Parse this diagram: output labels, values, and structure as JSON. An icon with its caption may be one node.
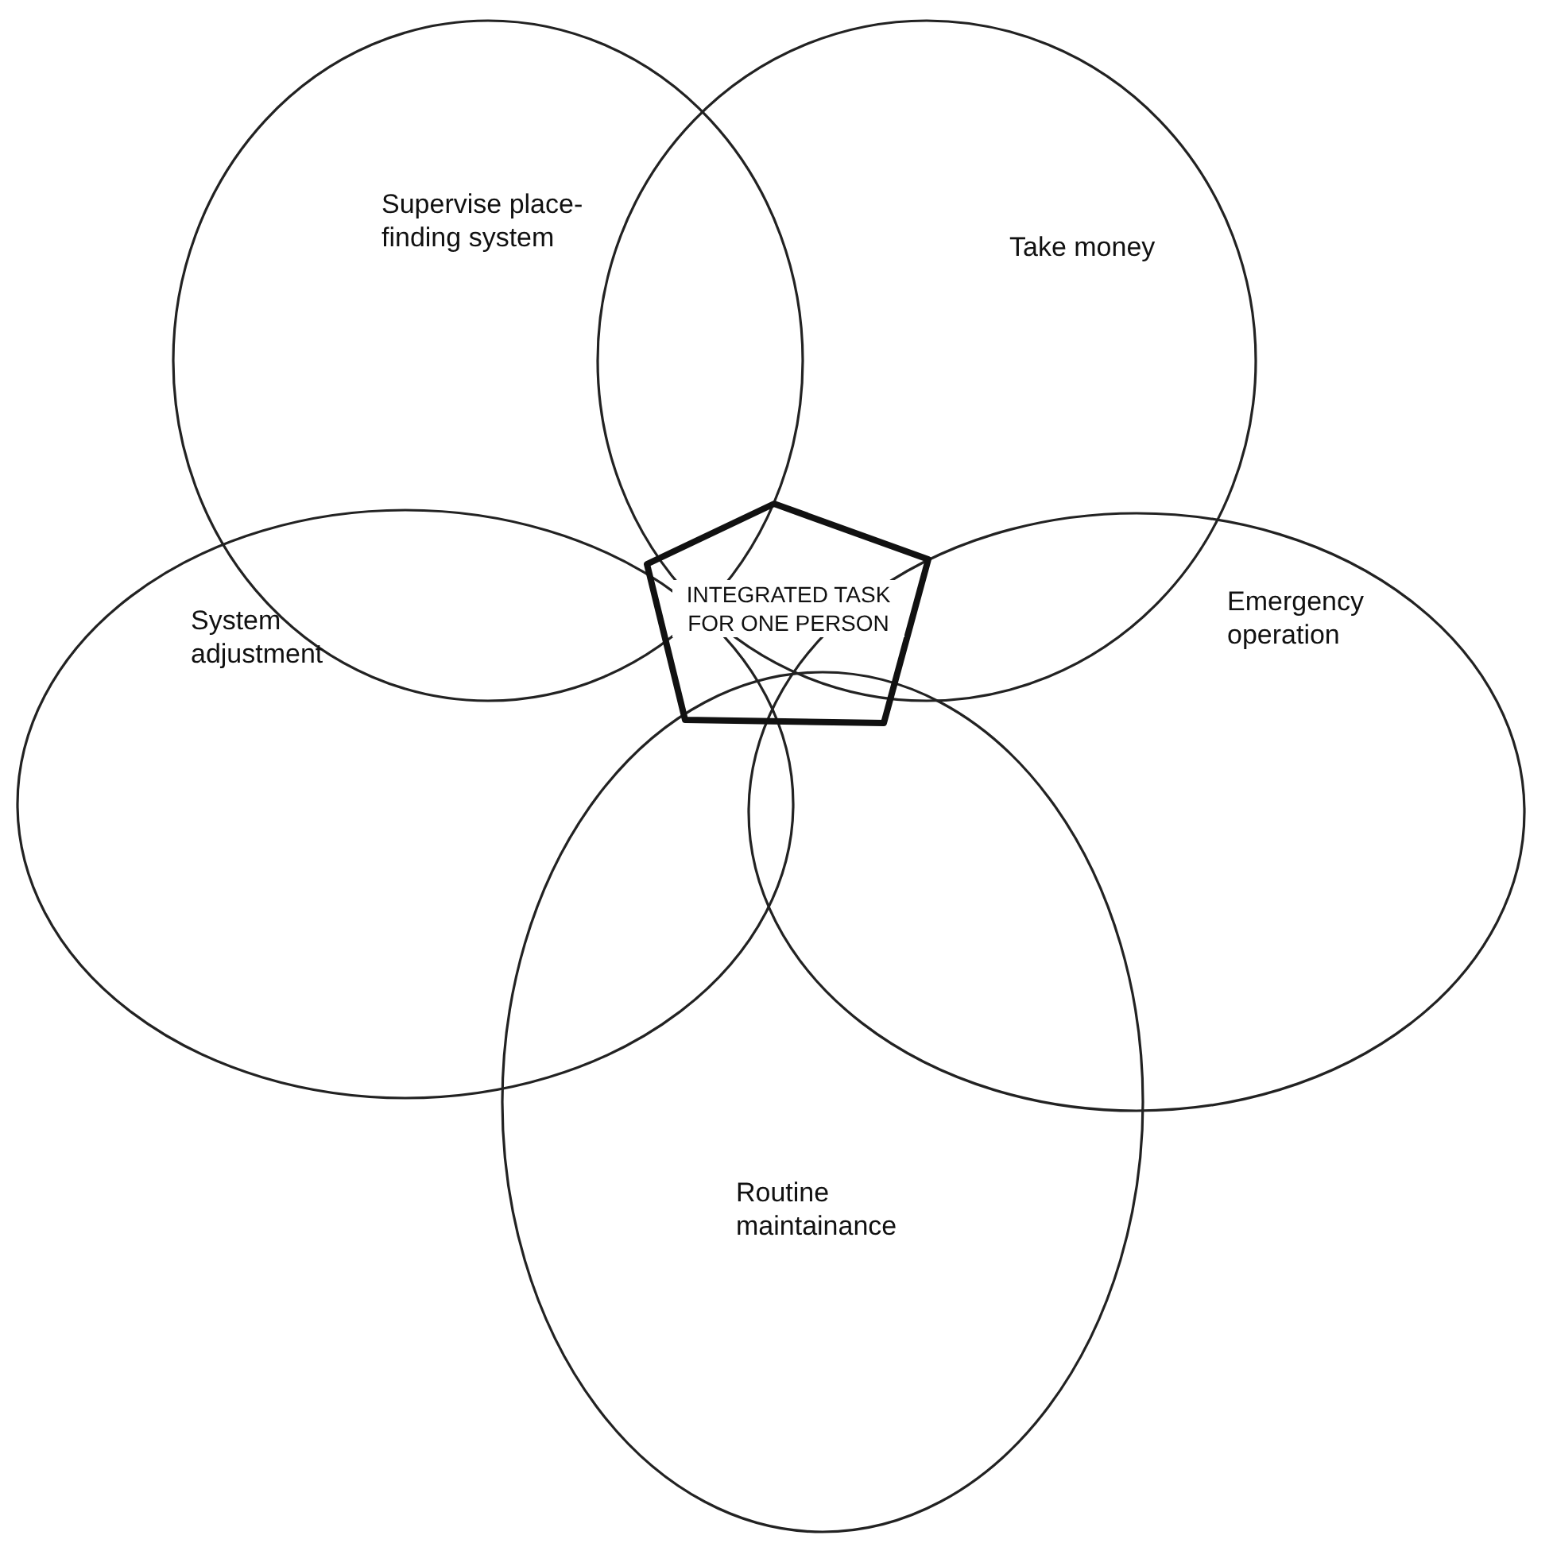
{
  "diagram": {
    "nodes": [
      {
        "text": [
          "Supervise place-finding system"
        ]
      },
      {
        "text": [
          "Take money"
        ]
      },
      {
        "text": [
          "System adjustment"
        ]
      },
      {
        "text": [
          "Emergency operation"
        ]
      },
      {
        "text": [
          "Routine maintainance"
        ]
      },
      {
        "text": [
          "INTEGRATED TASK FOR ONE PERSON"
        ]
      }
    ],
    "edges": []
  }
}
